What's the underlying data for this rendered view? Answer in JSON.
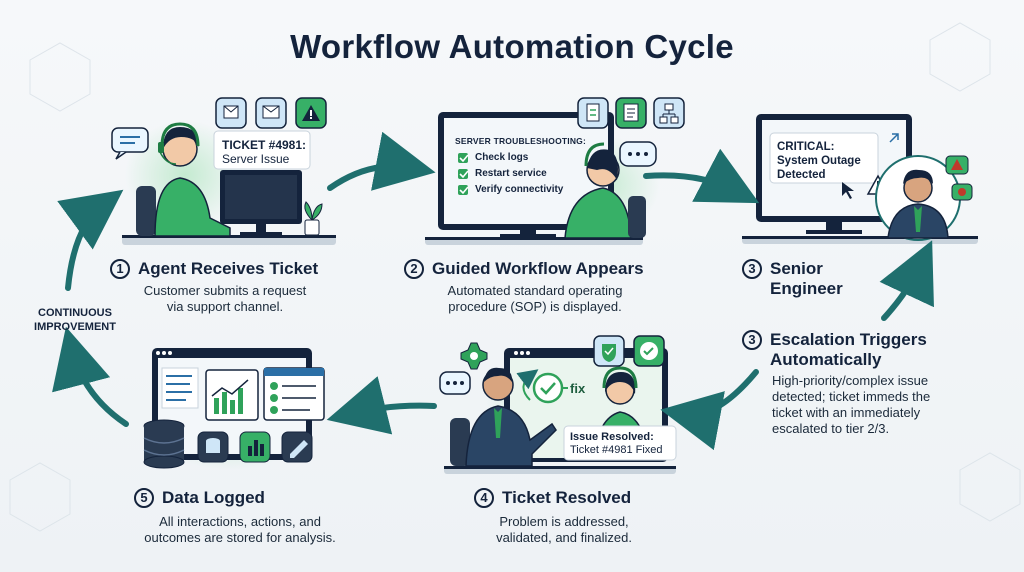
{
  "title": "Workflow Automation Cycle",
  "cycle_label_line1": "CONTINUOUS",
  "cycle_label_line2": "IMPROVEMENT",
  "steps": [
    {
      "num": "1",
      "title": "Agent Receives Ticket",
      "desc_line1": "Customer submits a request",
      "desc_line2": "via support channel."
    },
    {
      "num": "2",
      "title": "Guided Workflow Appears",
      "desc_line1": "Automated standard operating",
      "desc_line2": "procedure (SOP) is displayed."
    },
    {
      "num": "3",
      "title_line1": "Senior",
      "title_line2": "Engineer"
    },
    {
      "num": "3",
      "title_line1": "Escalation Triggers",
      "title_line2": "Automatically",
      "desc_line1": "High-priority/complex issue",
      "desc_line2": "detected; ticket immeds the",
      "desc_line3": "ticket with an immediately",
      "desc_line4": "escalated to tier 2/3."
    },
    {
      "num": "4",
      "title": "Ticket Resolved",
      "desc_line1": "Problem is addressed,",
      "desc_line2": "validated, and finalized."
    },
    {
      "num": "5",
      "title": "Data Logged",
      "desc_line1": "All interactions, actions, and",
      "desc_line2": "outcomes are stored for analysis."
    }
  ],
  "ticket": {
    "line1": "TICKET #4981:",
    "line2": "Server Issue"
  },
  "sop": {
    "heading": "SERVER TROUBLESHOOTING:",
    "items": [
      "Check logs",
      "Restart service",
      "Verify connectivity"
    ]
  },
  "alert": {
    "line1": "CRITICAL:",
    "line2": "System Outage",
    "line3": "Detected"
  },
  "resolution": {
    "line1": "Issue Resolved:",
    "line2": "Ticket #4981 Fixed",
    "fix": "fix"
  },
  "colors": {
    "accent": "#2fa25a",
    "dark": "#14233c",
    "arrow": "#1f6f6e",
    "light_green": "#cfeed9"
  }
}
